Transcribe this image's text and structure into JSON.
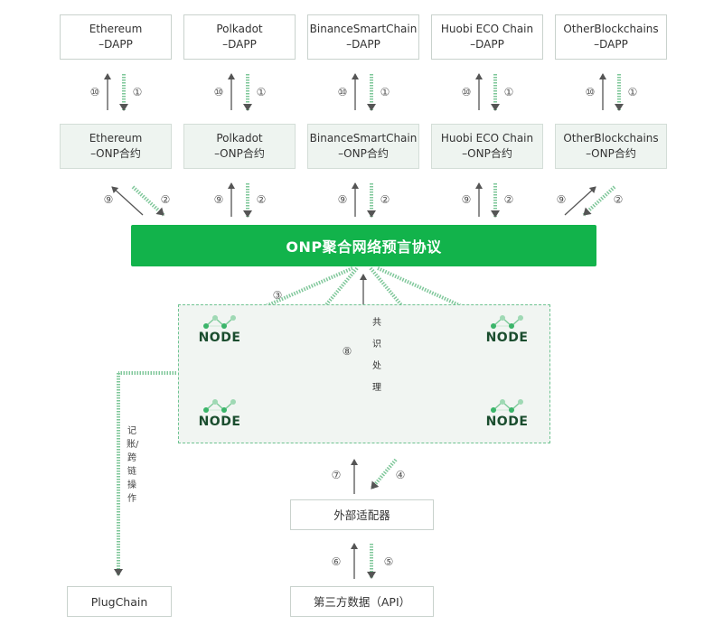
{
  "dapps": [
    {
      "line1": "Ethereum",
      "line2": "–DAPP"
    },
    {
      "line1": "Polkadot",
      "line2": "–DAPP"
    },
    {
      "line1": "BinanceSmartChain",
      "line2": "–DAPP"
    },
    {
      "line1": "Huobi ECO Chain",
      "line2": "–DAPP"
    },
    {
      "line1": "OtherBlockchains",
      "line2": "–DAPP"
    }
  ],
  "contracts": [
    {
      "line1": "Ethereum",
      "line2": "–ONP合约"
    },
    {
      "line1": "Polkadot",
      "line2": "–ONP合约"
    },
    {
      "line1": "BinanceSmartChain",
      "line2": "–ONP合约"
    },
    {
      "line1": "Huobi ECO Chain",
      "line2": "–ONP合约"
    },
    {
      "line1": "OtherBlockchains",
      "line2": "–ONP合约"
    }
  ],
  "main_bar": "ONP聚合网络预言协议",
  "node_label": "NODE",
  "external_adapter": "外部适配器",
  "third_party": "第三方数据（API）",
  "plugchain": "PlugChain",
  "side_label": "记账/跨链操作",
  "consensus_label": "共识处理",
  "steps": {
    "s1": "①",
    "s2": "②",
    "s3": "③",
    "s4": "④",
    "s5": "⑤",
    "s6": "⑥",
    "s7": "⑦",
    "s8": "⑧",
    "s9": "⑨",
    "s10": "⑩"
  },
  "colors": {
    "accent": "#12b34b",
    "arrow": "#555555",
    "dashed_arrow": "#7fc79a",
    "node_area_bg": "#f1f5f2",
    "box_border": "#c9d2cd"
  }
}
